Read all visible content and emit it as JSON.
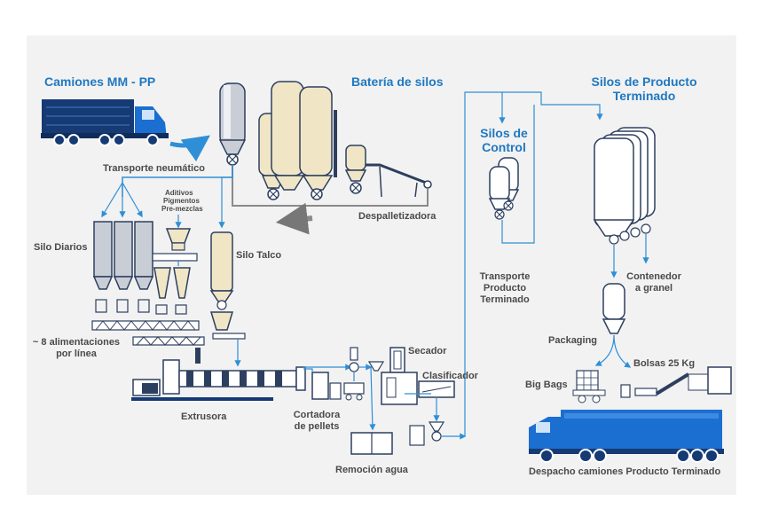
{
  "colors": {
    "panel": "#f2f2f2",
    "blue_title": "#1f78c1",
    "flow_line": "#2e8fd6",
    "dark_navy": "#163a73",
    "truck_blue": "#1b6fd0",
    "silo_cream": "#f0e6c6",
    "silo_grey": "#c9ced6",
    "outline": "#2d3f5f",
    "text": "#4a4a4a"
  },
  "titles": {
    "trucks_in": "Camiones MM - PP",
    "silo_battery": "Batería de silos",
    "control_silos_line1": "Silos de",
    "control_silos_line2": "Control",
    "finished_silos_line1": "Silos de Producto",
    "finished_silos_line2": "Terminado"
  },
  "labels": {
    "pneumatic_transport": "Transporte neumático",
    "depalletizer": "Despalletizadora",
    "additives_line1": "Aditivos",
    "additives_line2": "Pigmentos",
    "additives_line3": "Pre-mezclas",
    "daily_silos": "Silo Diarios",
    "talc_silo": "Silo Talco",
    "feeds_line1": "~ 8 alimentaciones",
    "feeds_line2": "por línea",
    "extruder": "Extrusora",
    "pellet_cutter_line1": "Cortadora",
    "pellet_cutter_line2": "de pellets",
    "water_removal": "Remoción agua",
    "dryer": "Secador",
    "classifier": "Clasificador",
    "finished_transport_line1": "Transporte",
    "finished_transport_line2": "Producto",
    "finished_transport_line3": "Terminado",
    "bulk_container_line1": "Contenedor",
    "bulk_container_line2": "a granel",
    "packaging": "Packaging",
    "bags": "Bolsas 25 Kg",
    "big_bags": "Big Bags",
    "dispatch": "Despacho camiones Producto Terminado"
  }
}
